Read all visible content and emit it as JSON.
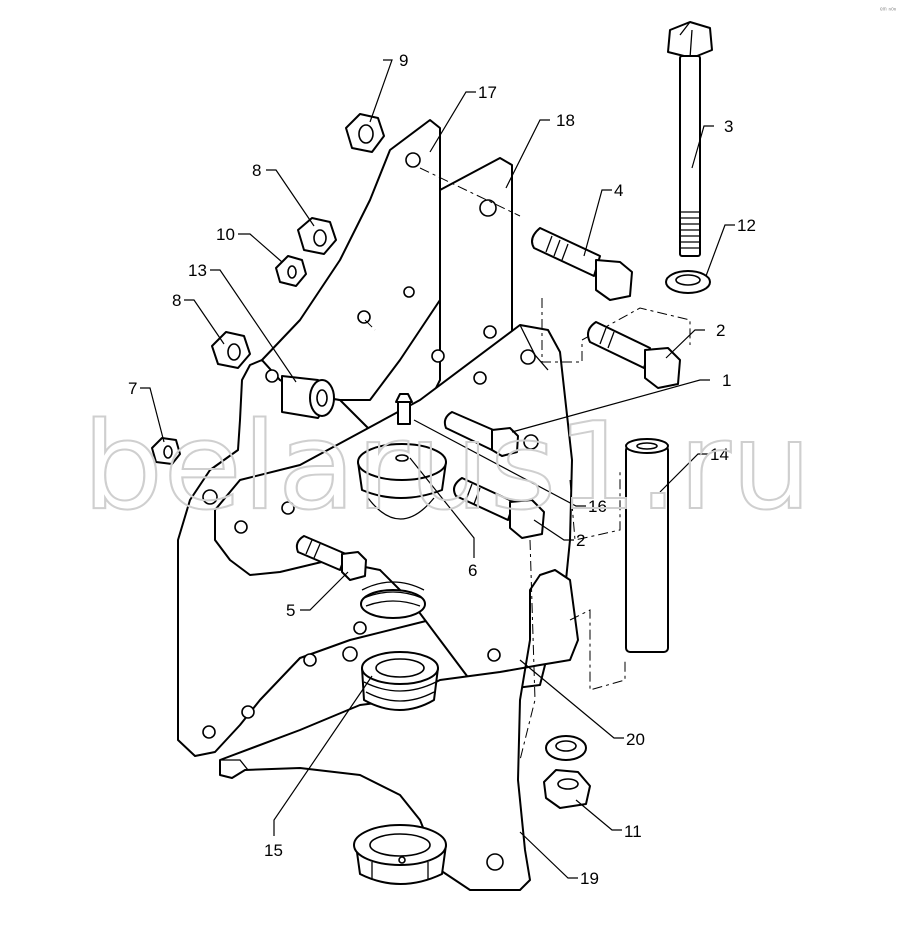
{
  "watermark": "belarus1.ru",
  "corner_mark": "ᵉᵐ ⁿᵒⁿ",
  "callouts": [
    {
      "id": "label-1",
      "text": "1"
    },
    {
      "id": "label-2a",
      "text": "2"
    },
    {
      "id": "label-2b",
      "text": "2"
    },
    {
      "id": "label-3",
      "text": "3"
    },
    {
      "id": "label-4",
      "text": "4"
    },
    {
      "id": "label-5",
      "text": "5"
    },
    {
      "id": "label-6",
      "text": "6"
    },
    {
      "id": "label-7",
      "text": "7"
    },
    {
      "id": "label-8a",
      "text": "8"
    },
    {
      "id": "label-8b",
      "text": "8"
    },
    {
      "id": "label-9",
      "text": "9"
    },
    {
      "id": "label-10",
      "text": "10"
    },
    {
      "id": "label-11",
      "text": "11"
    },
    {
      "id": "label-12",
      "text": "12"
    },
    {
      "id": "label-13",
      "text": "13"
    },
    {
      "id": "label-14",
      "text": "14"
    },
    {
      "id": "label-15",
      "text": "15"
    },
    {
      "id": "label-16",
      "text": "16"
    },
    {
      "id": "label-17",
      "text": "17"
    },
    {
      "id": "label-18",
      "text": "18"
    },
    {
      "id": "label-19",
      "text": "19"
    },
    {
      "id": "label-20",
      "text": "20"
    }
  ]
}
